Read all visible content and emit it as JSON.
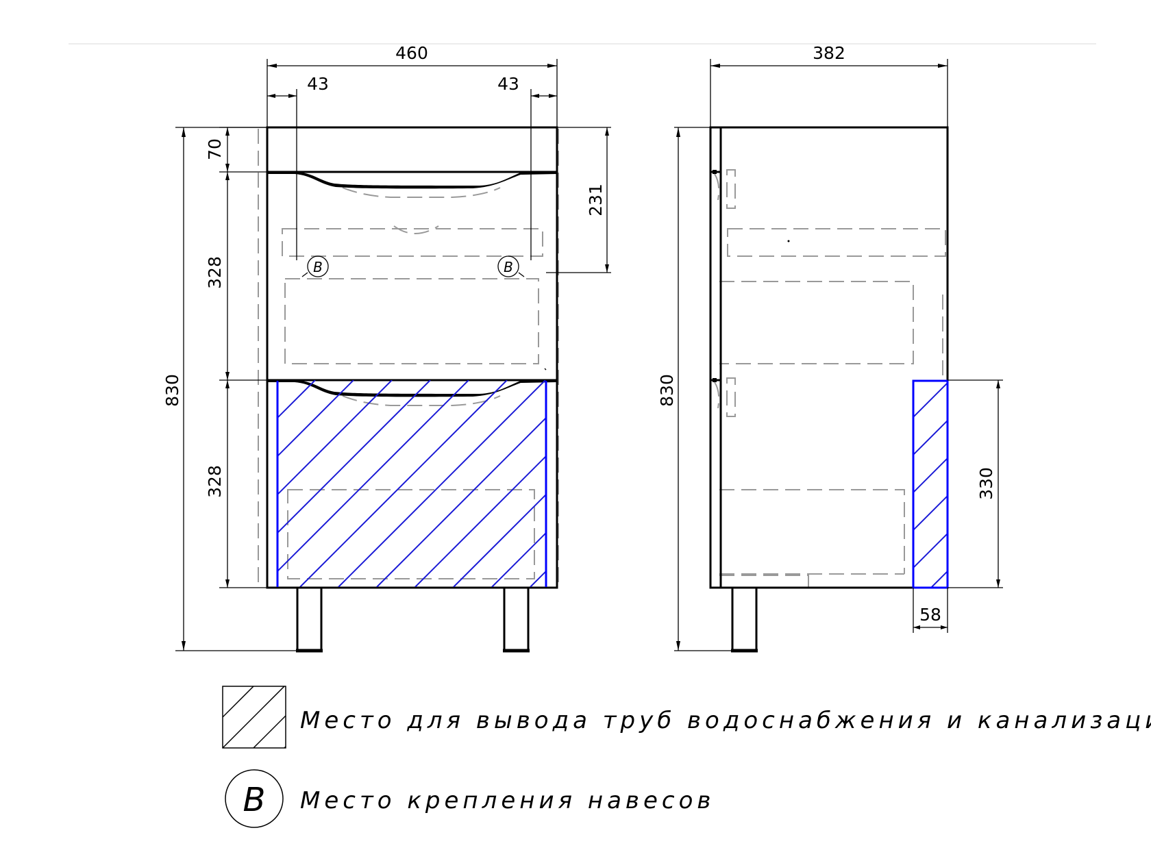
{
  "front_view": {
    "dim_width": "460",
    "dim_left_offset": "43",
    "dim_right_offset": "43",
    "dim_top_panel": "70",
    "dim_upper_drawer": "328",
    "dim_lower_drawer": "328",
    "dim_total_height": "830",
    "dim_hanger_height": "231",
    "hanger_marker_left": "B",
    "hanger_marker_right": "B"
  },
  "side_view": {
    "dim_depth": "382",
    "dim_total_height": "830",
    "dim_pipe_zone_height": "330",
    "dim_pipe_zone_width": "58"
  },
  "legend": {
    "pipes_label": "Место для вывода труб водоснабжения и канализации",
    "hanger_symbol": "B",
    "hanger_label": "Место крепления навесов"
  },
  "colors": {
    "hatch": "#1a1ad6",
    "hatch_border": "#0000ff",
    "outline": "#000000",
    "hidden_lines": "#999999"
  }
}
